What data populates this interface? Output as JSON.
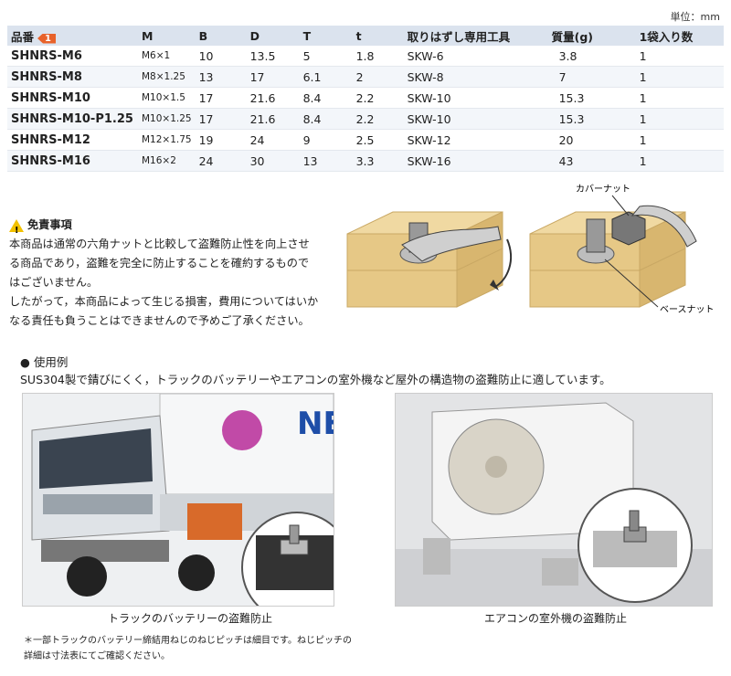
{
  "unit_label": "単位：mm",
  "table": {
    "headers": {
      "model": "品番",
      "model_tag": "1",
      "m": "M",
      "b": "B",
      "d": "D",
      "t_upper": "T",
      "t_lower": "t",
      "tool": "取りはずし専用工具",
      "mass": "質量(g)",
      "qty": "1袋入り数"
    },
    "rows": [
      {
        "model": "SHNRS-M6",
        "m": "M6×1",
        "b": "10",
        "d": "13.5",
        "t_upper": "5",
        "t_lower": "1.8",
        "tool": "SKW-6",
        "mass": "3.8",
        "qty": "1"
      },
      {
        "model": "SHNRS-M8",
        "m": "M8×1.25",
        "b": "13",
        "d": "17",
        "t_upper": "6.1",
        "t_lower": "2",
        "tool": "SKW-8",
        "mass": "7",
        "qty": "1"
      },
      {
        "model": "SHNRS-M10",
        "m": "M10×1.5",
        "b": "17",
        "d": "21.6",
        "t_upper": "8.4",
        "t_lower": "2.2",
        "tool": "SKW-10",
        "mass": "15.3",
        "qty": "1"
      },
      {
        "model": "SHNRS-M10-P1.25",
        "m": "M10×1.25",
        "b": "17",
        "d": "21.6",
        "t_upper": "8.4",
        "t_lower": "2.2",
        "tool": "SKW-10",
        "mass": "15.3",
        "qty": "1"
      },
      {
        "model": "SHNRS-M12",
        "m": "M12×1.75",
        "b": "19",
        "d": "24",
        "t_upper": "9",
        "t_lower": "2.5",
        "tool": "SKW-12",
        "mass": "20",
        "qty": "1"
      },
      {
        "model": "SHNRS-M16",
        "m": "M16×2",
        "b": "24",
        "d": "30",
        "t_upper": "13",
        "t_lower": "3.3",
        "tool": "SKW-16",
        "mass": "43",
        "qty": "1"
      }
    ]
  },
  "disclaimer": {
    "title": "免責事項",
    "lines": [
      "本商品は通常の六角ナットと比較して盗難防止性を向上させ",
      "る商品であり，盗難を完全に防止することを確約するもので",
      "はございません。",
      "したがって，本商品によって生じる損害，費用についてはいか",
      "なる責任も負うことはできませんので予めご了承ください。"
    ]
  },
  "diagram": {
    "cover_nut_label": "カバーナット",
    "base_nut_label": "ベースナット"
  },
  "usage": {
    "heading": "● 使用例",
    "description": "SUS304製で錆びにくく，トラックのバッテリーやエアコンの室外機など屋外の構造物の盗難防止に適しています。",
    "truck_caption": "トラックのバッテリーの盗難防止",
    "ac_caption": "エアコンの室外機の盗難防止",
    "truck_sign": "NE"
  },
  "note": {
    "lines": [
      "＊一部トラックのバッテリー締結用ねじのねじピッチは細目です。ねじピッチの",
      "詳細は寸法表にてご確認ください。"
    ]
  }
}
